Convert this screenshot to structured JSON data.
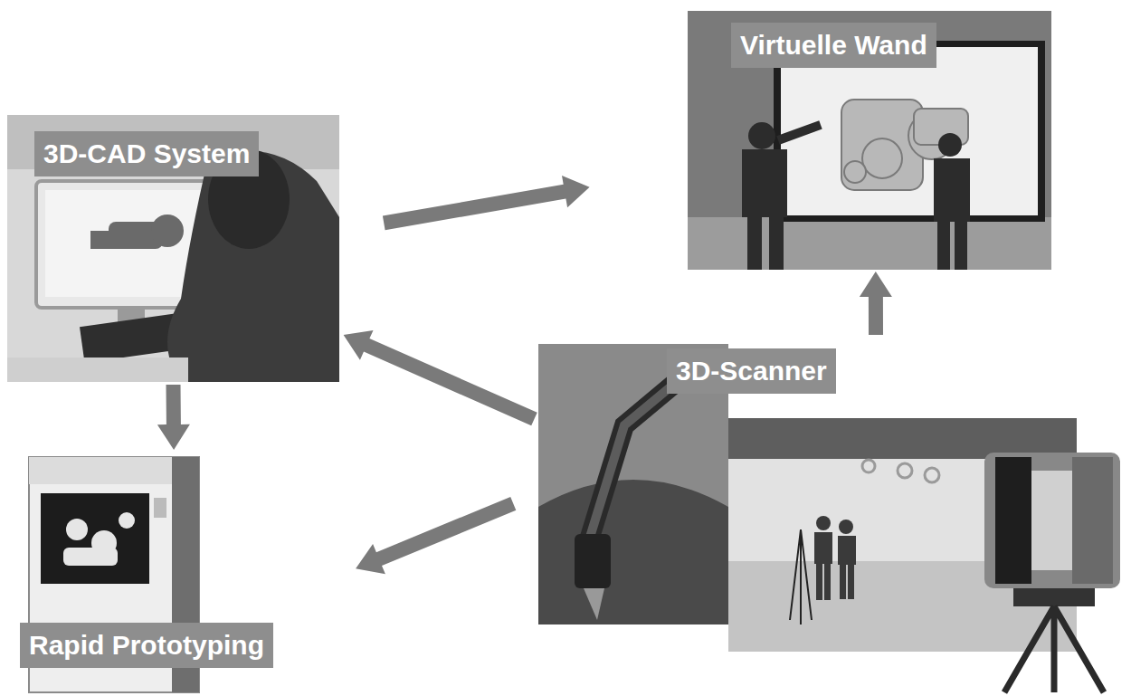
{
  "diagram": {
    "nodes": [
      {
        "text": [
          "3D-CAD System"
        ]
      },
      {
        "text": [
          "Virtuelle Wand"
        ]
      },
      {
        "text": [
          "3D-Scanner"
        ]
      },
      {
        "text": [
          "Rapid Prototyping"
        ]
      }
    ],
    "edges": [
      {
        "from": 0,
        "to": 1,
        "arrow": "to"
      },
      {
        "from": 0,
        "to": 3,
        "arrow": "to"
      },
      {
        "from": 2,
        "to": 0,
        "arrow": "to"
      },
      {
        "from": 2,
        "to": 1,
        "arrow": "to"
      },
      {
        "from": 2,
        "to": 3,
        "arrow": "to"
      }
    ]
  }
}
